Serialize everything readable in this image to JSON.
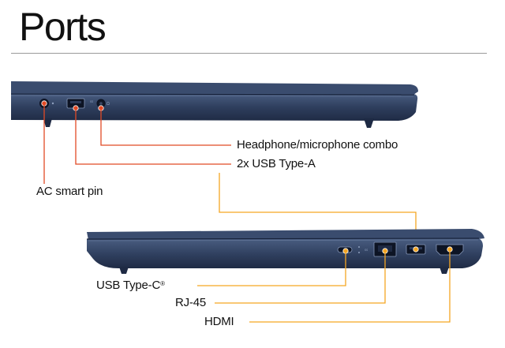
{
  "page": {
    "title": "Ports"
  },
  "colors": {
    "chassis": "#2f3f5e",
    "chassis_dark": "#1c2841",
    "chassis_light": "#56698c",
    "left_side_callout": "#e14a25",
    "right_side_callout": "#f5a623"
  },
  "left_side": {
    "callouts": [
      {
        "label": "Headphone/microphone combo",
        "icon": "headphone-jack-icon"
      },
      {
        "label": "2x USB Type-A",
        "icon": "usb-a-icon"
      },
      {
        "label": "AC smart pin",
        "icon": "ac-pin-icon"
      }
    ]
  },
  "right_side": {
    "callouts": [
      {
        "label": "USB Type-C",
        "mark": "®",
        "icon": "usb-c-icon"
      },
      {
        "label": "RJ-45",
        "icon": "rj45-icon"
      },
      {
        "label": "HDMI",
        "icon": "hdmi-icon"
      }
    ]
  }
}
